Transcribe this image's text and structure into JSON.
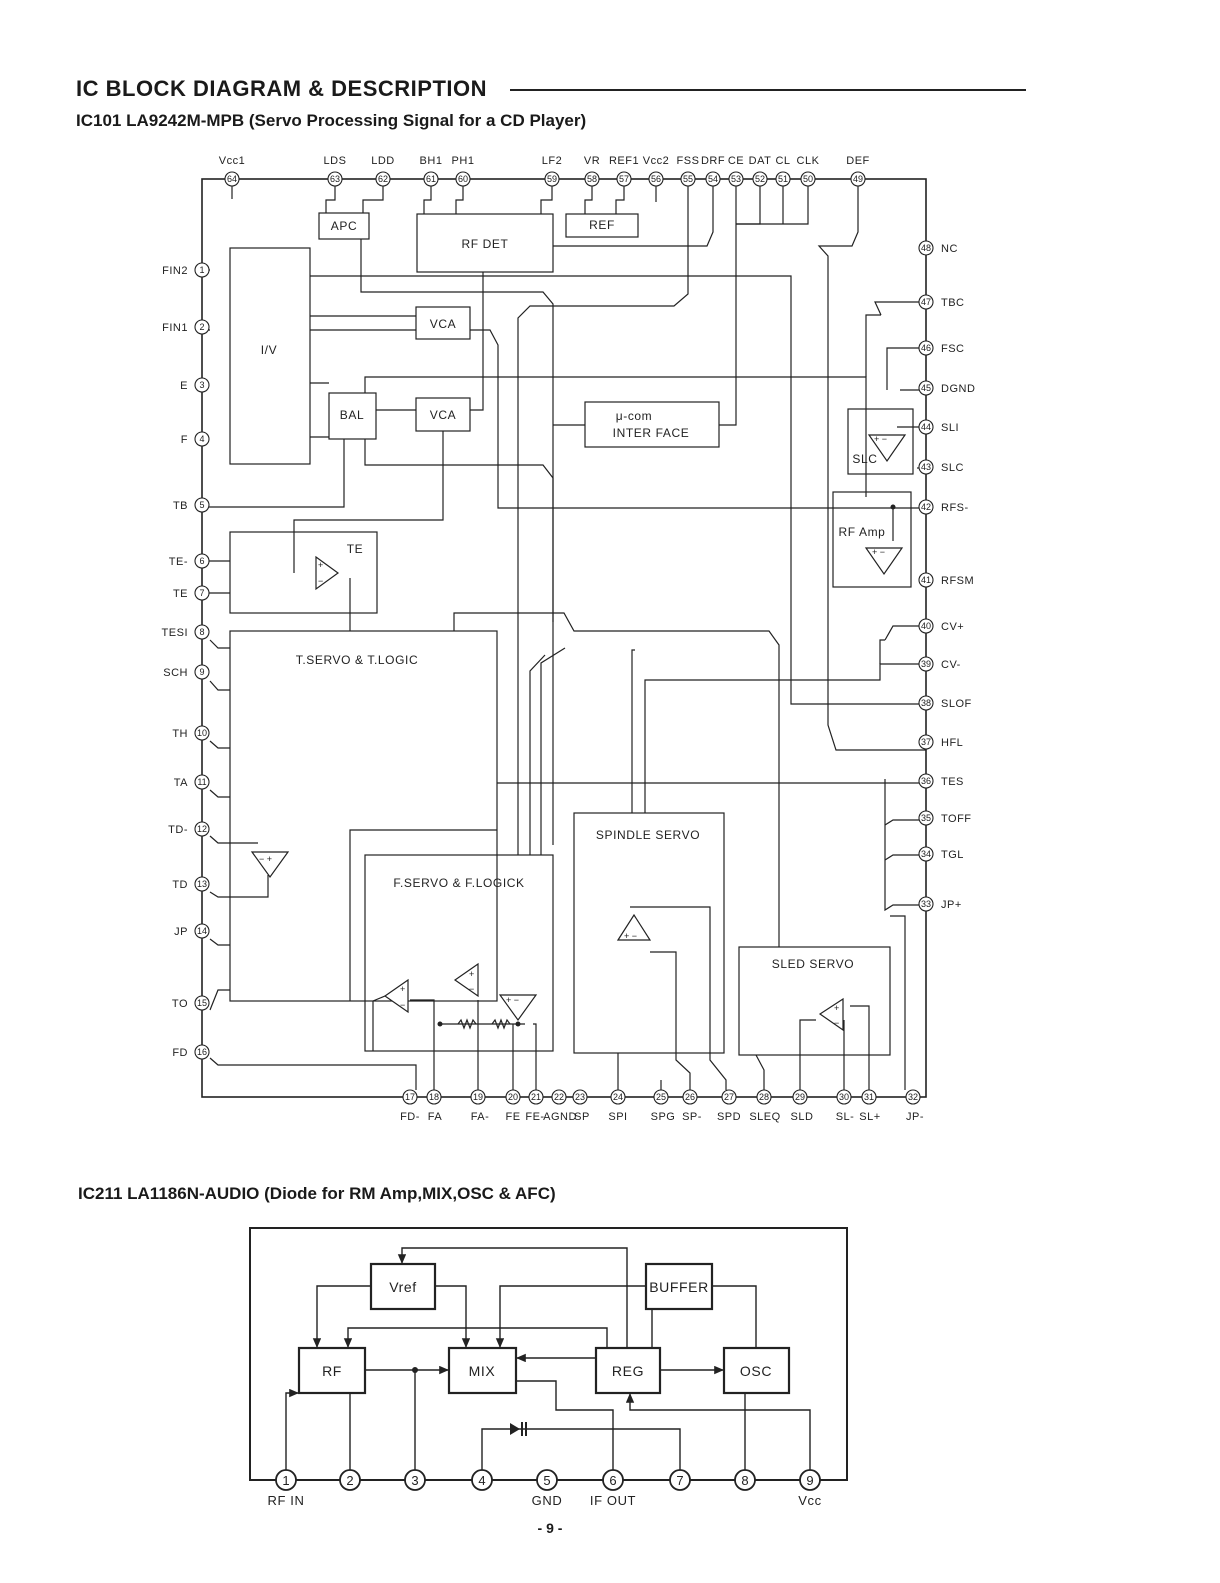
{
  "header": {
    "title": "IC  BLOCK  DIAGRAM & DESCRIPTION",
    "ic101_title": "IC101  LA9242M-MPB  (Servo Processing Signal for a CD Player)",
    "ic211_title": "IC211  LA1186N-AUDIO (Diode for RM Amp,MIX,OSC & AFC)",
    "page_number": "- 9 -"
  },
  "ic101": {
    "blocks": {
      "apc": "APC",
      "rfdet": "RF DET",
      "ref": "REF",
      "iv": "I/V",
      "vca1": "VCA",
      "vca2": "VCA",
      "bal": "BAL",
      "ucom1": "μ-com",
      "ucom2": "INTER FACE",
      "slc": "SLC",
      "rfamp": "RF Amp",
      "te": "TE",
      "tservo": "T.SERVO & T.LOGIC",
      "fservo": "F.SERVO & F.LOGICK",
      "spindle": "SPINDLE SERVO",
      "sled": "SLED SERVO"
    },
    "pins": [
      {
        "n": "1",
        "label": "FIN2"
      },
      {
        "n": "2",
        "label": "FIN1"
      },
      {
        "n": "3",
        "label": "E"
      },
      {
        "n": "4",
        "label": "F"
      },
      {
        "n": "5",
        "label": "TB"
      },
      {
        "n": "6",
        "label": "TE-"
      },
      {
        "n": "7",
        "label": "TE"
      },
      {
        "n": "8",
        "label": "TESI"
      },
      {
        "n": "9",
        "label": "SCH"
      },
      {
        "n": "10",
        "label": "TH"
      },
      {
        "n": "11",
        "label": "TA"
      },
      {
        "n": "12",
        "label": "TD-"
      },
      {
        "n": "13",
        "label": "TD"
      },
      {
        "n": "14",
        "label": "JP"
      },
      {
        "n": "15",
        "label": "TO"
      },
      {
        "n": "16",
        "label": "FD"
      },
      {
        "n": "17",
        "label": "FD-"
      },
      {
        "n": "18",
        "label": "FA"
      },
      {
        "n": "19",
        "label": "FA-"
      },
      {
        "n": "20",
        "label": "FE"
      },
      {
        "n": "21",
        "label": "FE-"
      },
      {
        "n": "22",
        "label": "AGND"
      },
      {
        "n": "23",
        "label": "SP"
      },
      {
        "n": "24",
        "label": "SPI"
      },
      {
        "n": "25",
        "label": "SPG"
      },
      {
        "n": "26",
        "label": "SP-"
      },
      {
        "n": "27",
        "label": "SPD"
      },
      {
        "n": "28",
        "label": "SLEQ"
      },
      {
        "n": "29",
        "label": "SLD"
      },
      {
        "n": "30",
        "label": "SL-"
      },
      {
        "n": "31",
        "label": "SL+"
      },
      {
        "n": "32",
        "label": "JP-"
      },
      {
        "n": "33",
        "label": "JP+"
      },
      {
        "n": "34",
        "label": "TGL"
      },
      {
        "n": "35",
        "label": "TOFF"
      },
      {
        "n": "36",
        "label": "TES"
      },
      {
        "n": "37",
        "label": "HFL"
      },
      {
        "n": "38",
        "label": "SLOF"
      },
      {
        "n": "39",
        "label": "CV-"
      },
      {
        "n": "40",
        "label": "CV+"
      },
      {
        "n": "41",
        "label": "RFSM"
      },
      {
        "n": "42",
        "label": "RFS-"
      },
      {
        "n": "43",
        "label": "SLC"
      },
      {
        "n": "44",
        "label": "SLI"
      },
      {
        "n": "45",
        "label": "DGND"
      },
      {
        "n": "46",
        "label": "FSC"
      },
      {
        "n": "47",
        "label": "TBC"
      },
      {
        "n": "48",
        "label": "NC"
      },
      {
        "n": "49",
        "label": "DEF"
      },
      {
        "n": "50",
        "label": "CLK"
      },
      {
        "n": "51",
        "label": "CL"
      },
      {
        "n": "52",
        "label": "DAT"
      },
      {
        "n": "53",
        "label": "CE"
      },
      {
        "n": "54",
        "label": "DRF"
      },
      {
        "n": "55",
        "label": "FSS"
      },
      {
        "n": "56",
        "label": "Vcc2"
      },
      {
        "n": "57",
        "label": "REF1"
      },
      {
        "n": "58",
        "label": "VR"
      },
      {
        "n": "59",
        "label": "LF2"
      },
      {
        "n": "60",
        "label": "PH1"
      },
      {
        "n": "61",
        "label": "BH1"
      },
      {
        "n": "62",
        "label": "LDD"
      },
      {
        "n": "63",
        "label": "LDS"
      },
      {
        "n": "64",
        "label": "Vcc1"
      }
    ]
  },
  "ic211": {
    "blocks": {
      "vref": "Vref",
      "buffer": "BUFFER",
      "rf": "RF",
      "mix": "MIX",
      "reg": "REG",
      "osc": "OSC"
    },
    "pins": [
      {
        "n": "1",
        "label": "RF IN"
      },
      {
        "n": "2",
        "label": ""
      },
      {
        "n": "3",
        "label": ""
      },
      {
        "n": "4",
        "label": ""
      },
      {
        "n": "5",
        "label": "GND"
      },
      {
        "n": "6",
        "label": "IF OUT"
      },
      {
        "n": "7",
        "label": ""
      },
      {
        "n": "8",
        "label": ""
      },
      {
        "n": "9",
        "label": "Vcc"
      }
    ]
  },
  "colors": {
    "line": "#222222",
    "background": "#ffffff"
  }
}
